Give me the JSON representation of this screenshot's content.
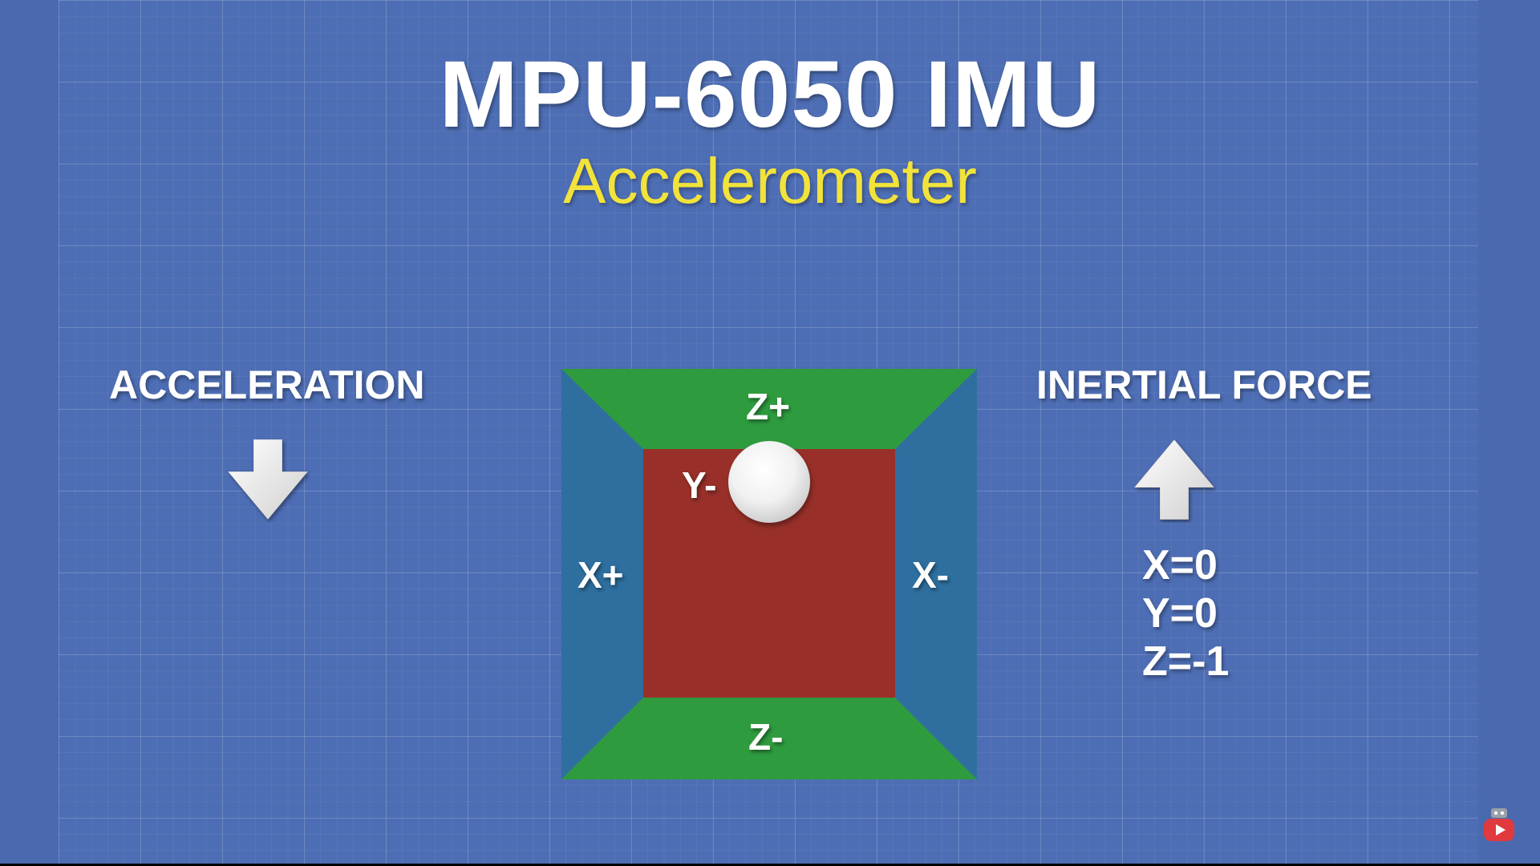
{
  "title": "MPU-6050 IMU",
  "subtitle": "Accelerometer",
  "left_panel": {
    "heading": "ACCELERATION",
    "arrow_icon": "arrow-down-icon"
  },
  "right_panel": {
    "heading": "INERTIAL FORCE",
    "arrow_icon": "arrow-up-icon",
    "values": [
      "X=0",
      "Y=0",
      "Z=-1"
    ]
  },
  "cube": {
    "faces": {
      "top": "Z+",
      "bottom": "Z-",
      "left": "X+",
      "right": "X-",
      "back": "Y-"
    },
    "colors": {
      "z_faces": "#2f9b3f",
      "x_faces": "#2e6f9f",
      "y_face": "#983029",
      "ball": "#eeeeee"
    }
  },
  "colors": {
    "background": "#4d6db4",
    "title": "#ffffff",
    "subtitle": "#f2e33a"
  },
  "watermark": "youtube-robot-logo-icon"
}
